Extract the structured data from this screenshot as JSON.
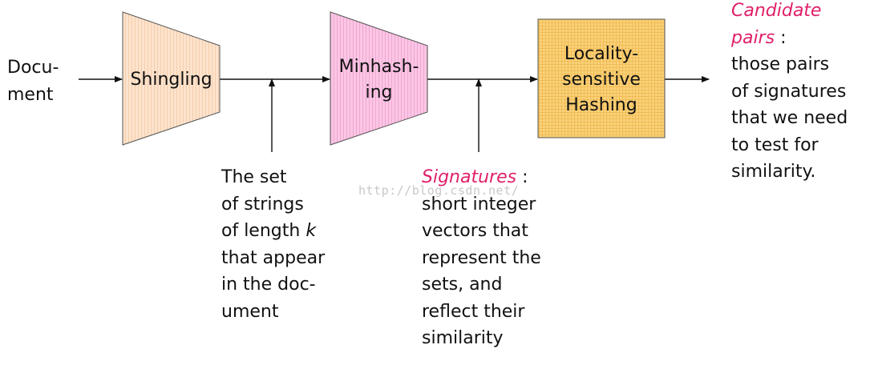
{
  "input": {
    "line1": "Docu-",
    "line2": "ment"
  },
  "stages": {
    "shingling": {
      "label": "Shingling"
    },
    "minhashing": {
      "line1": "Minhash-",
      "line2": "ing"
    },
    "lsh": {
      "line1": "Locality-",
      "line2": "sensitive",
      "line3": "Hashing"
    }
  },
  "notes": {
    "shingles": {
      "line1": "The set",
      "line2": "of strings",
      "line3_prefix": "of length ",
      "line3_var": "k",
      "line4": "that appear",
      "line5": "in the doc-",
      "line6": "ument"
    },
    "signatures": {
      "term": "Signatures",
      "sep": " :",
      "line2": "short integer",
      "line3": "vectors that",
      "line4": "represent the",
      "line5": "sets, and",
      "line6": "reflect their",
      "line7": "similarity"
    },
    "candidates": {
      "term1": "Candidate",
      "term2": "pairs",
      "sep": " :",
      "line3": "those pairs",
      "line4": "of signatures",
      "line5": "that we need",
      "line6": "to test for",
      "line7": "similarity."
    }
  },
  "watermark": "http://blog.csdn.net/",
  "colors": {
    "shingling_fill": "#fde3cc",
    "minhashing_fill": "#fbc6e4",
    "lsh_fill": "#f9d27a",
    "accent_text": "#e0206a"
  }
}
